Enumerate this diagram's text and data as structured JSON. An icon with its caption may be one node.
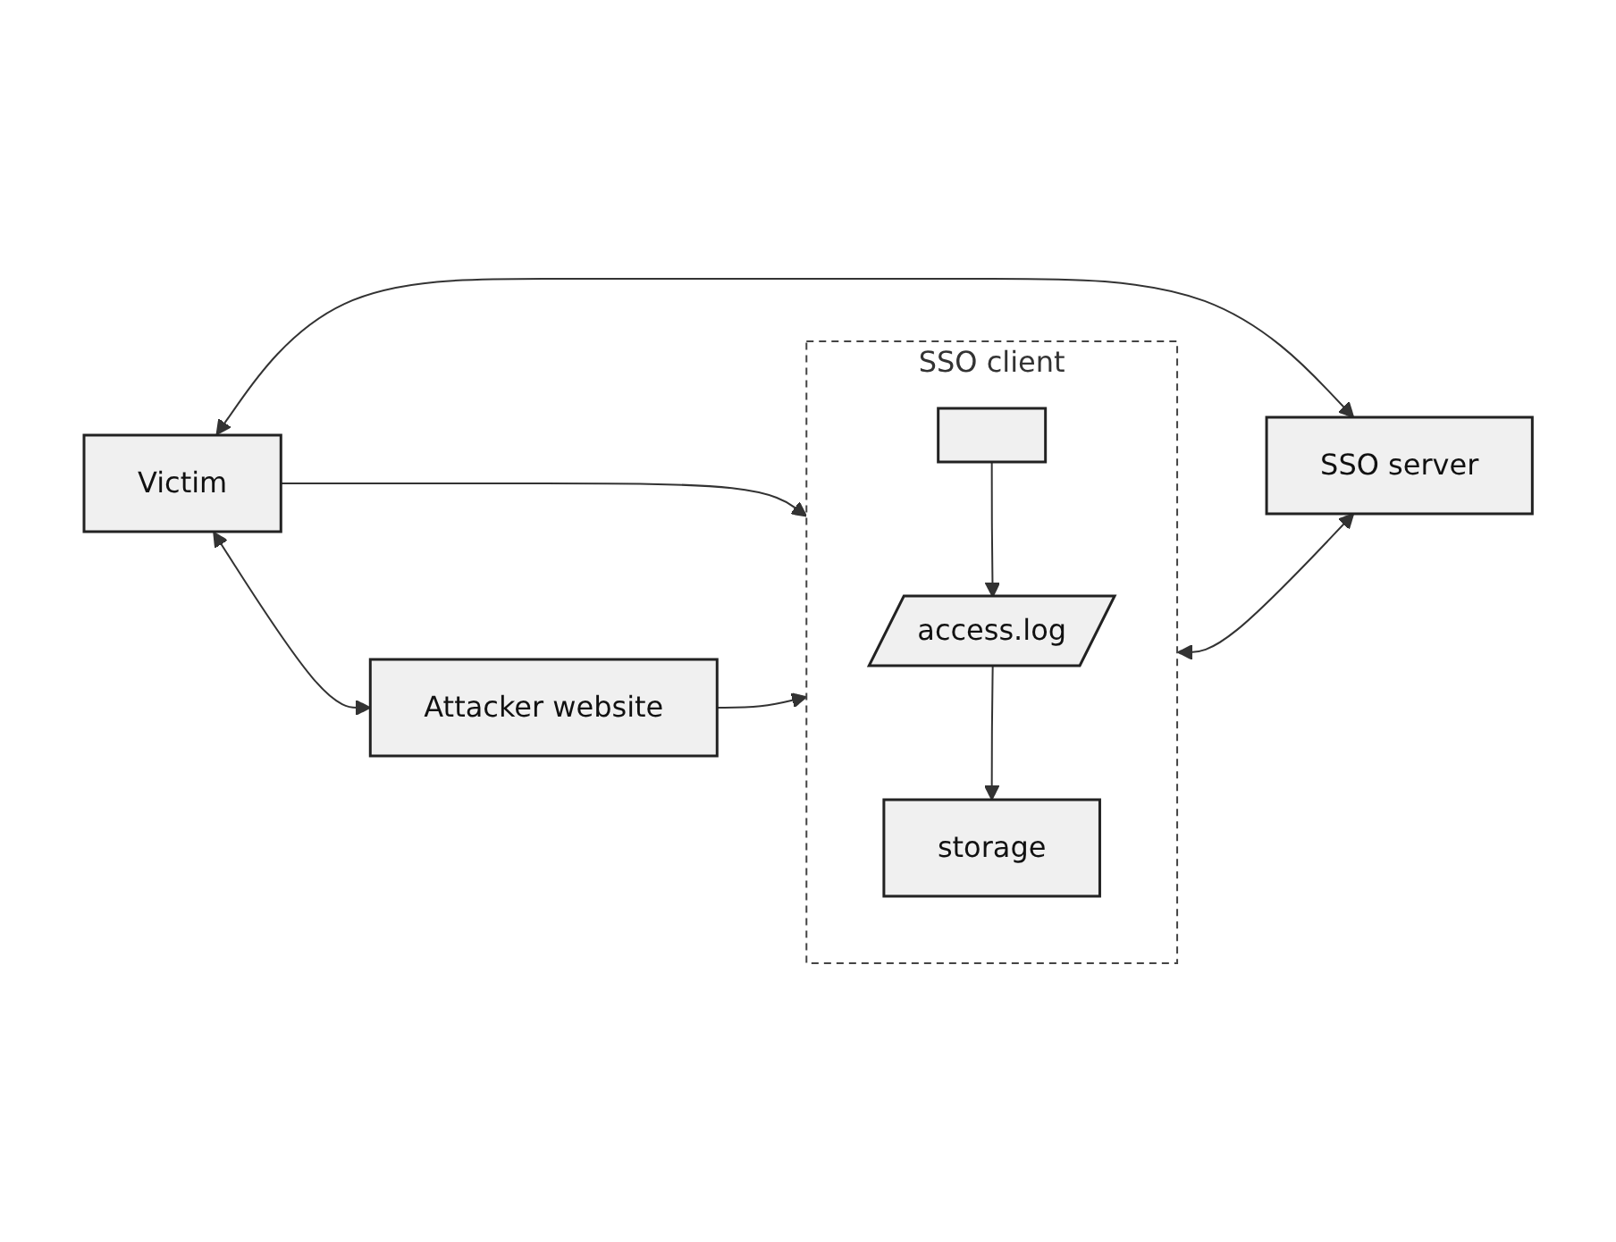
{
  "diagram": {
    "nodes": [
      {
        "text": [
          "Victim"
        ]
      },
      {
        "text": [
          "SSO client"
        ]
      },
      {
        "text": [],
        "shape": "box",
        "in": 1
      },
      {
        "text": [
          "access.log"
        ],
        "in": 1
      },
      {
        "text": [
          "storage"
        ],
        "in": 1
      },
      {
        "text": [
          "SSO server"
        ]
      },
      {
        "text": [
          "Attacker website"
        ]
      }
    ],
    "edges": [
      {
        "from": 0,
        "to": 5,
        "arrow": "both"
      },
      {
        "from": 0,
        "to": 1,
        "arrow": "to"
      },
      {
        "from": 6,
        "to": 1,
        "arrow": "to"
      },
      {
        "from": 0,
        "to": 6,
        "arrow": "both"
      },
      {
        "from": 1,
        "to": 5,
        "arrow": "both"
      },
      {
        "from": 2,
        "to": 3,
        "arrow": "to"
      },
      {
        "from": 3,
        "to": 4,
        "arrow": "to"
      }
    ]
  }
}
